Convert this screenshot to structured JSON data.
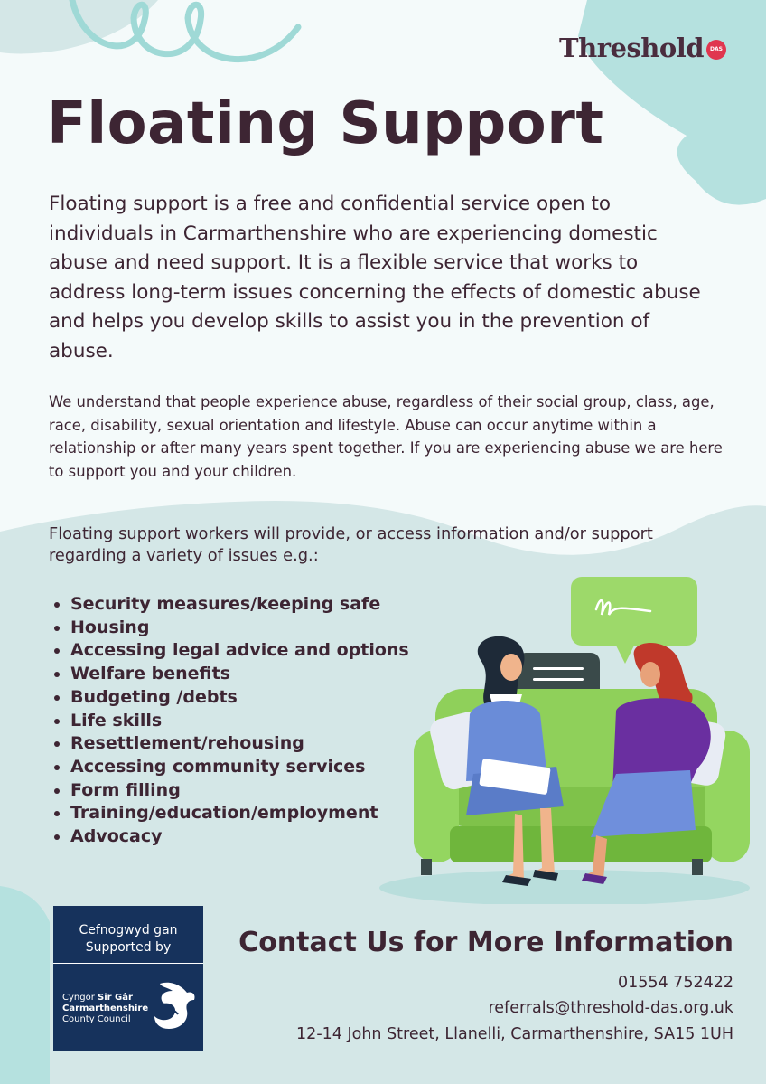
{
  "logo": {
    "word": "Threshold",
    "badge": "DAS"
  },
  "title": "Floating Support",
  "intro": "Floating support is a free and confidential service open to individuals in Carmarthenshire who are experiencing domestic abuse and need support. It is a flexible service that works to address long-term issues concerning the effects of domestic abuse and helps you develop skills to assist you in the prevention of abuse.",
  "paragraph2": "We understand that people experience abuse, regardless of their social group, class, age, race, disability, sexual orientation and lifestyle. Abuse can occur anytime within a relationship or after many years spent together. If you are experiencing abuse we are here to support you and your children.",
  "paragraph3": "Floating support workers will provide, or access information and/or support regarding a variety of issues e.g.:",
  "issues": [
    "Security measures/keeping safe",
    "Housing",
    "Accessing legal advice and options",
    "Welfare benefits",
    "Budgeting /debts",
    "Life skills",
    "Resettlement/rehousing",
    "Accessing community services",
    "Form filling",
    "Training/education/employment",
    "Advocacy"
  ],
  "contact": {
    "heading": "Contact Us for More Information",
    "phone": "01554 752422",
    "email": "referrals@threshold-das.org.uk",
    "address": "12-14 John Street, Llanelli, Carmarthenshire, SA15 1UH"
  },
  "supported": {
    "welsh": "Cefnogwyd gan",
    "english": "Supported by",
    "council_welsh_1": "Cyngor",
    "council_welsh_2": "Sir Gâr",
    "council_english_1": "Carmarthenshire",
    "council_english_2": "County Council"
  },
  "colors": {
    "text": "#3d2533",
    "teal": "#b5e1df",
    "mint": "#d4e7e7",
    "sofa": "#8fd05a",
    "navy": "#16325c"
  }
}
